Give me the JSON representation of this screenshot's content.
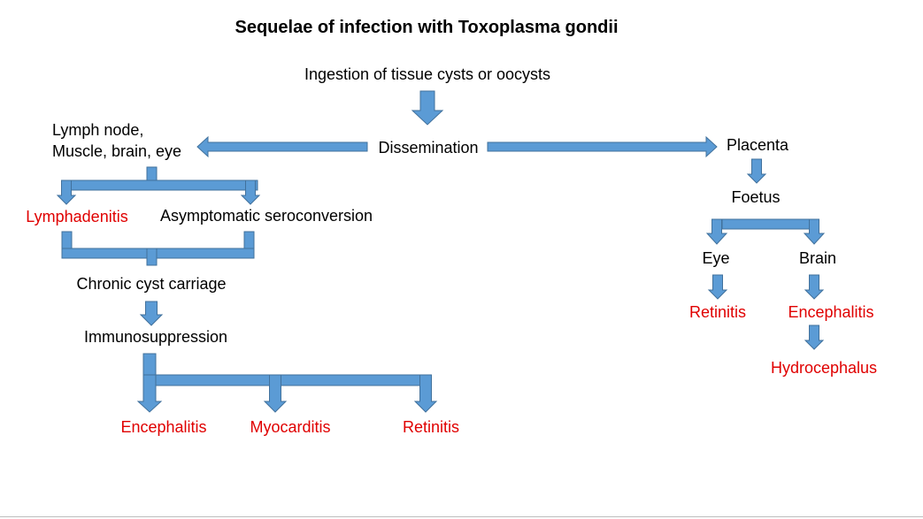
{
  "title": "Sequelae of infection with Toxoplasma gondii",
  "colors": {
    "arrow_fill": "#5b9bd5",
    "arrow_stroke": "#41719c",
    "outcome_text": "#e00000",
    "text": "#000000"
  },
  "nodes": {
    "ingestion": "Ingestion of tissue cysts or oocysts",
    "dissemination": "Dissemination",
    "tissues_line1": "Lymph node,",
    "tissues_line2": "Muscle, brain, eye",
    "lymphadenitis": "Lymphadenitis",
    "asymptomatic": "Asymptomatic seroconversion",
    "chronic": "Chronic cyst carriage",
    "immunosuppression": "Immunosuppression",
    "encephalitis_left": "Encephalitis",
    "myocarditis": "Myocarditis",
    "retinitis_left": "Retinitis",
    "placenta": "Placenta",
    "foetus": "Foetus",
    "eye": "Eye",
    "brain": "Brain",
    "retinitis_right": "Retinitis",
    "encephalitis_right": "Encephalitis",
    "hydrocephalus": "Hydrocephalus"
  }
}
